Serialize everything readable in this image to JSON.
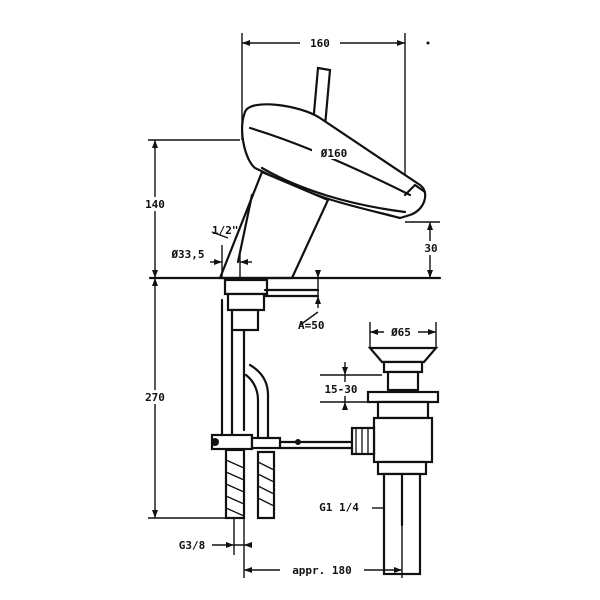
{
  "dimensions": {
    "top_width": "160",
    "spout_angle": "Ø160",
    "height_upper": "140",
    "spout_gap": "30",
    "base_diameter": "Ø33,5",
    "mount_thread": "1/2\"",
    "pipe_length": "270",
    "waste_diameter": "Ø65",
    "waste_adjust": "15-30",
    "waste_thread": "G1 1/4",
    "inlet": "G3/8",
    "reach": "appr. 180"
  }
}
